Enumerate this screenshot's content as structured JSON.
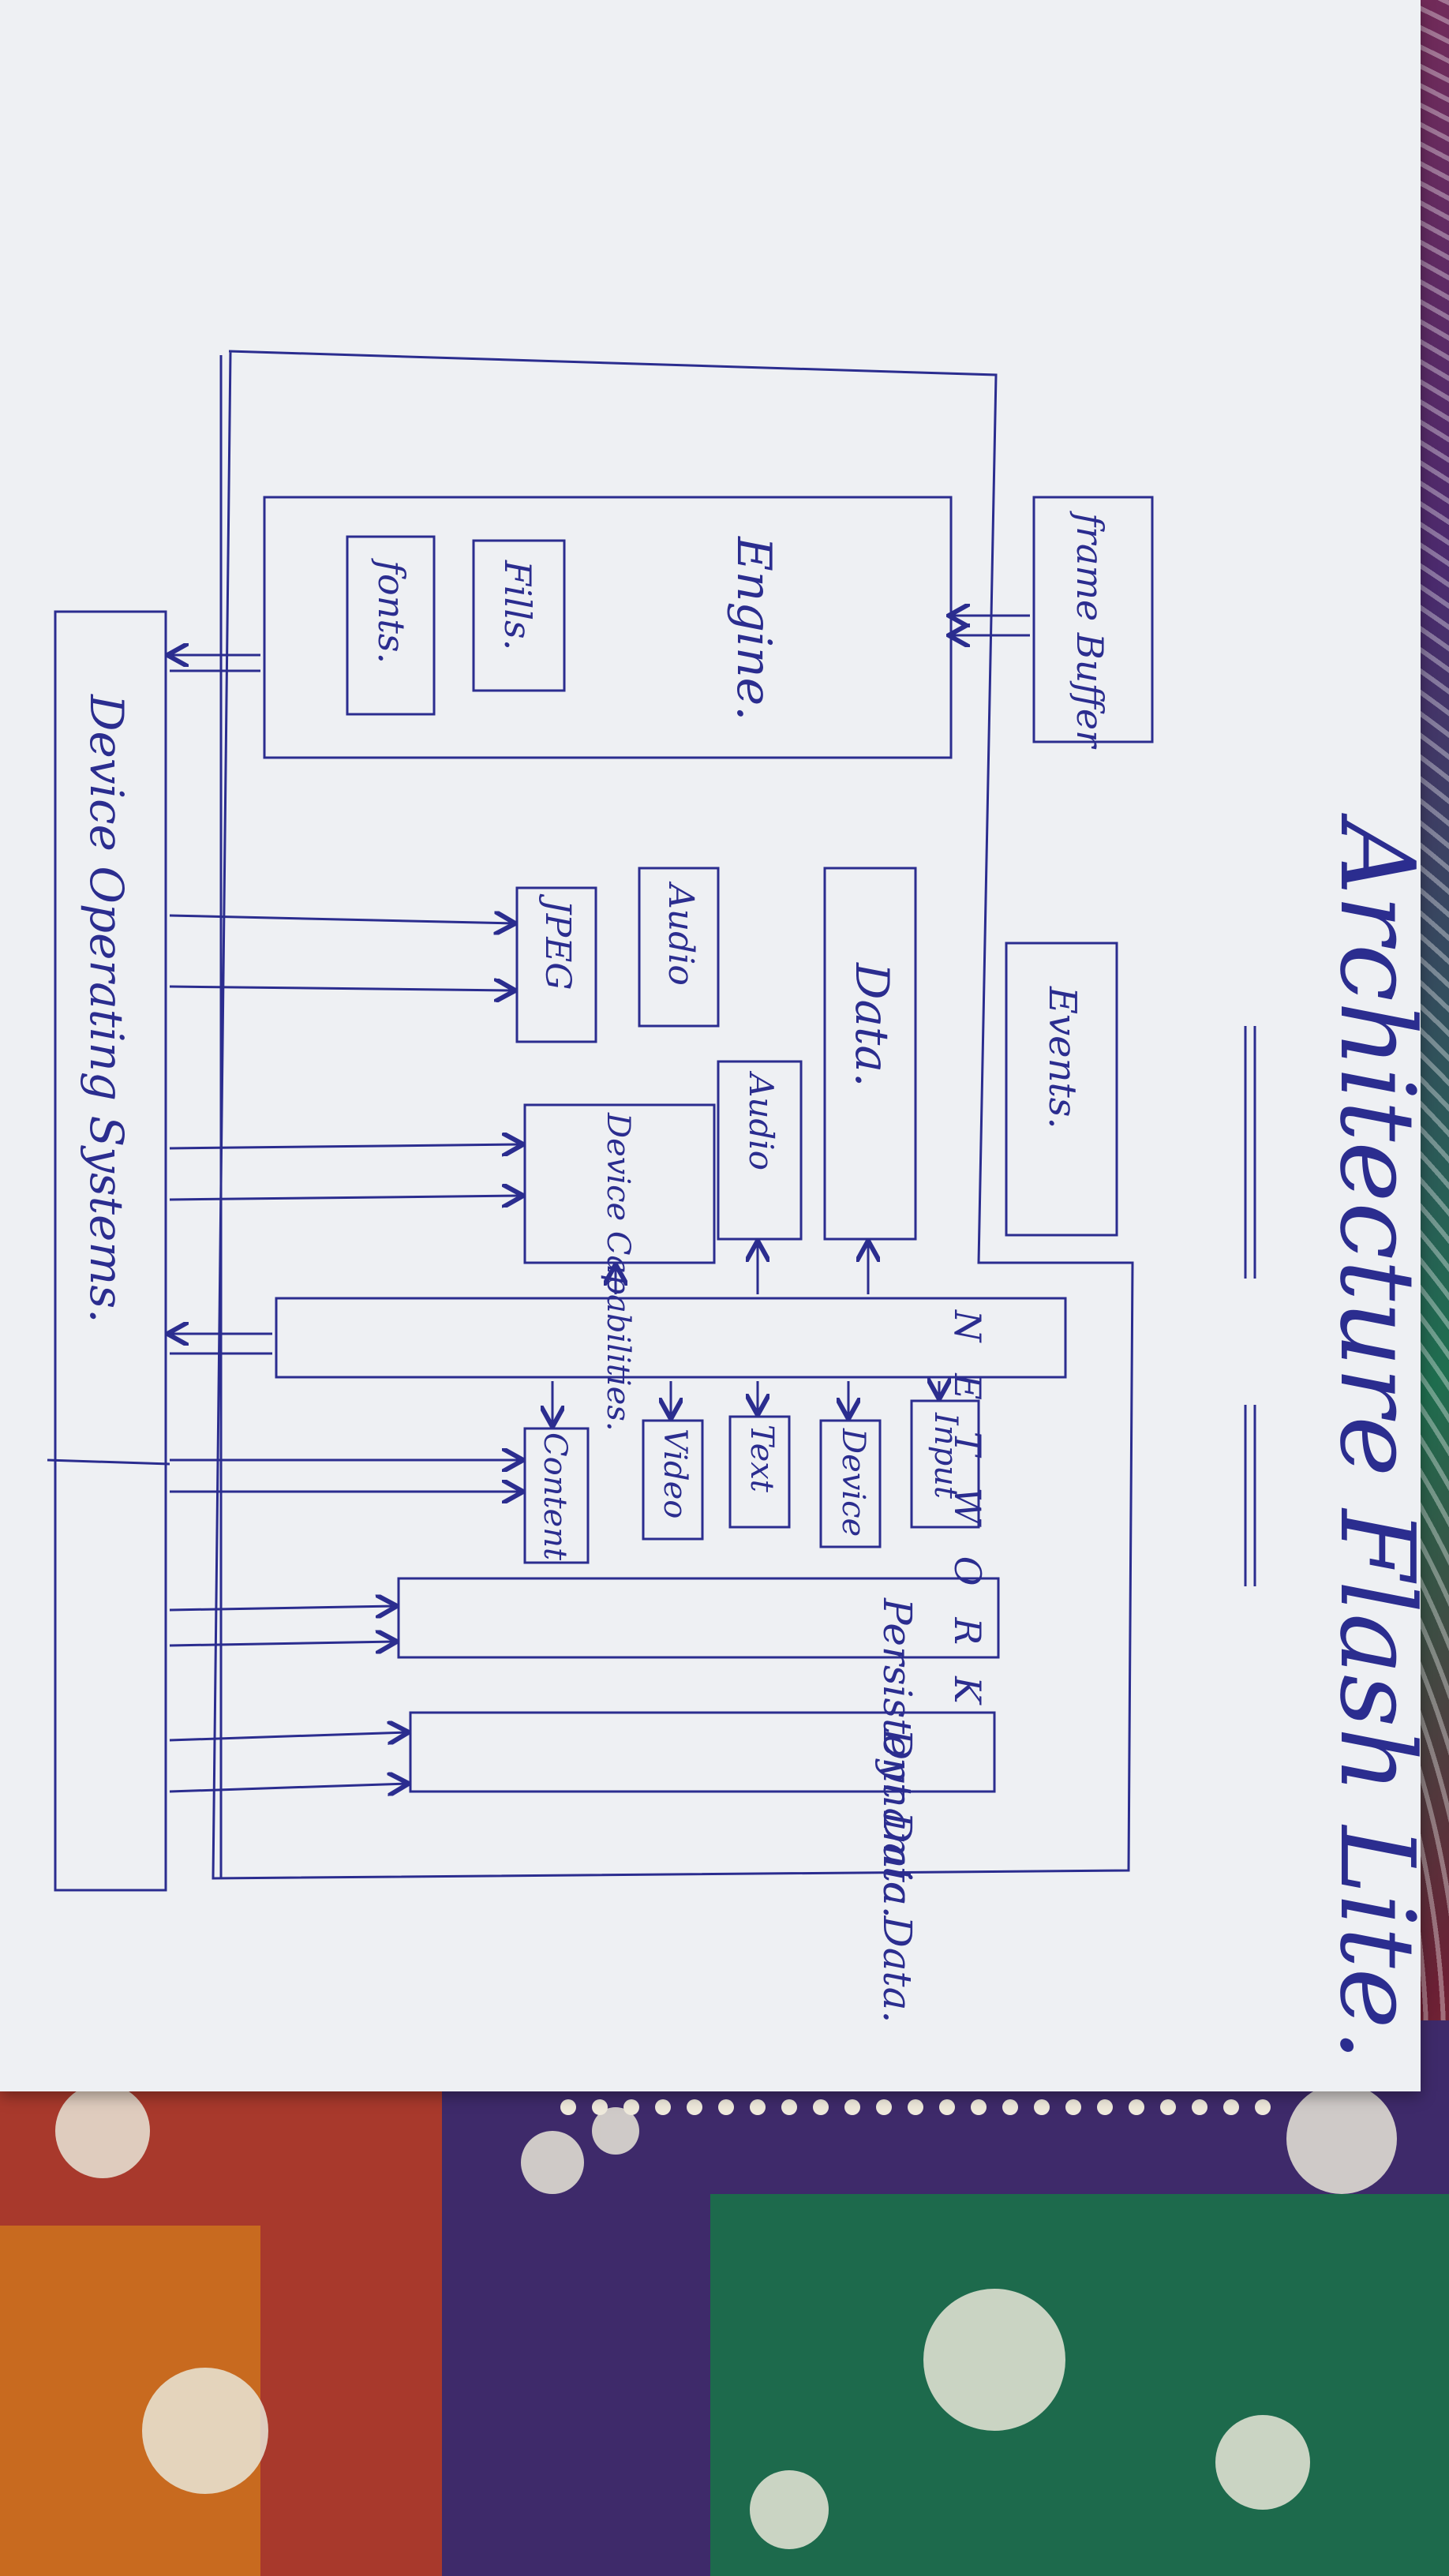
{
  "title": "Architecture Flash Lite.",
  "blocks": {
    "device_os": "Device Operating Systems.",
    "engine": "Engine.",
    "frame_buffer": "frame Buffer",
    "fills": "Fills.",
    "fonts": "fonts.",
    "jpeg": "JPEG",
    "audio_top": "Audio",
    "data": "Data.",
    "events": "Events.",
    "audio_small": "Audio",
    "device_capabilities": "Device Capabilities.",
    "network": "NETWORK",
    "input": "Input",
    "device": "Device",
    "text": "Text",
    "video": "Video",
    "content": "Content",
    "persistent_data": "Persistent Data.",
    "dynamic_data": "Dynamic Data."
  },
  "colors": {
    "ink": "#2b2d8f",
    "paper": "#eef0f3"
  }
}
